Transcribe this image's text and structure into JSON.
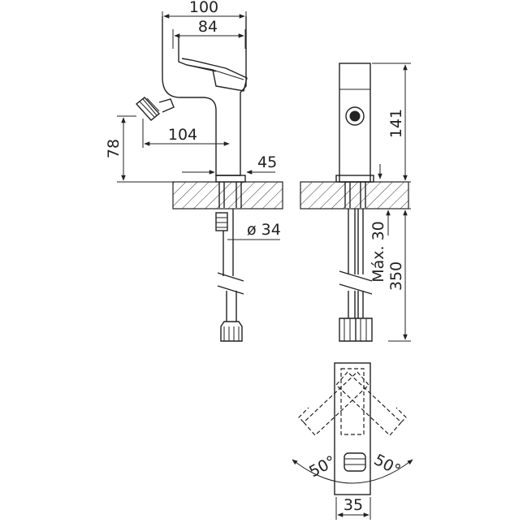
{
  "dimensions": {
    "width_100": "100",
    "width_84": "84",
    "reach_104": "104",
    "height_78": "78",
    "base_45": "45",
    "hose_dia": "ø 34",
    "height_141": "141",
    "max_deck": "Máx. 30",
    "hose_350": "350",
    "angle_left": "50°",
    "angle_right": "50°",
    "base_35": "35"
  }
}
